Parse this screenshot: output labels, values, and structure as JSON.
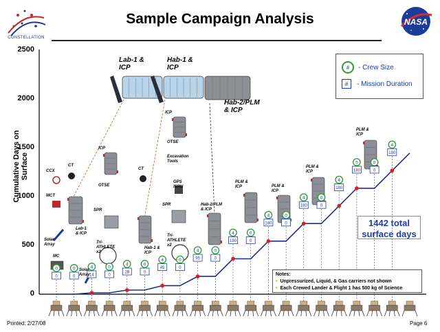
{
  "header": {
    "title": "Sample Campaign Analysis",
    "left_logo_text": "CONSTELLATION",
    "right_logo_text": "NASA"
  },
  "footer": {
    "printed": "Printed:  2/27/08",
    "page": "Page 6"
  },
  "legend": {
    "crew_symbol": "#",
    "crew_label": "- Crew Size",
    "duration_symbol": "#",
    "duration_label": "- Mission Duration"
  },
  "total_box": {
    "line1": "1442 total",
    "line2": "surface days"
  },
  "notes": {
    "title": "Notes:",
    "items": [
      "Unpressurized, Liquid, & Gas carriers not shown",
      "Each Crewed Lander & Flight 1 has 500 kg of Science"
    ]
  },
  "annotations": {
    "lab1_icp_top": "Lab-1 &\nICP",
    "hab1_icp_top": "Hab-1 &\nICP",
    "hab2_plm_icp_top": "Hab-2/PLM\n& ICP",
    "ccx": "CCX",
    "ct1": "CT",
    "mct": "MCT",
    "solar_array1": "Solar\nArray",
    "lab1_icp_low": "Lab-1\n& ICP",
    "mc": "MC",
    "solar_array2": "Solar\nArray",
    "icp1": "ICP",
    "otse1": "OTSE",
    "spr1": "SPR",
    "tri_athlete1": "Tri-\nATHLETE\nx2",
    "ct2": "CT",
    "hab1_icp_low": "Hab-1 &\nICP",
    "icp2": "ICP",
    "otse2": "OTSE",
    "excavation": "Excavation\nTools",
    "gps_isru": "GPS\nISRU",
    "spr2": "SPR",
    "tri_athlete2": "Tri-\nATHLETE\nx2",
    "hab2_plm_icp_low": "Hab-2/PLM\n& ICP",
    "plm_icp1": "PLM &\nICP",
    "plm_icp2": "PLM &\nICP",
    "plm_icp3": "PLM &\nICP",
    "plm_icp4": "PLM &\nICP"
  },
  "colors": {
    "line": "#1f2d8a",
    "point": "#d81e1e",
    "crew_circle": "#2e9b2e",
    "duration_box": "#1a3ea8",
    "leader": "#d9532f"
  },
  "chart_data": {
    "type": "line",
    "title": "Sample Campaign Analysis",
    "xlabel": "",
    "ylabel": "Cumulative Days on Surface",
    "ylim": [
      0,
      2500
    ],
    "yticks": [
      0,
      500,
      1000,
      1500,
      2000,
      2500
    ],
    "grid": false,
    "legend_position": "top-right",
    "series": [
      {
        "name": "",
        "points": [
          {
            "flight": 1,
            "y": 0,
            "crew": 0,
            "duration": 0
          },
          {
            "flight": 2,
            "y": 0,
            "crew": 0,
            "duration": 0
          },
          {
            "flight": 3,
            "y": 14,
            "crew": 4,
            "duration": 14
          },
          {
            "flight": 4,
            "y": 14,
            "crew": 0,
            "duration": 0
          },
          {
            "flight": 5,
            "y": 42,
            "crew": 4,
            "duration": 28
          },
          {
            "flight": 6,
            "y": 42,
            "crew": 0,
            "duration": 0
          },
          {
            "flight": 7,
            "y": 87,
            "crew": 4,
            "duration": 45
          },
          {
            "flight": 8,
            "y": 87,
            "crew": 0,
            "duration": 0
          },
          {
            "flight": 9,
            "y": 182,
            "crew": 4,
            "duration": 95
          },
          {
            "flight": 10,
            "y": 182,
            "crew": 0,
            "duration": 0
          },
          {
            "flight": 11,
            "y": 362,
            "crew": 4,
            "duration": 180
          },
          {
            "flight": 12,
            "y": 362,
            "crew": 0,
            "duration": 0
          },
          {
            "flight": 13,
            "y": 542,
            "crew": 4,
            "duration": 180
          },
          {
            "flight": 14,
            "y": 542,
            "crew": 0,
            "duration": 0
          },
          {
            "flight": 15,
            "y": 722,
            "crew": 4,
            "duration": 180
          },
          {
            "flight": 16,
            "y": 722,
            "crew": 0,
            "duration": 0
          },
          {
            "flight": 17,
            "y": 902,
            "crew": 4,
            "duration": 180
          },
          {
            "flight": 18,
            "y": 1082,
            "crew": 5,
            "duration": 180
          },
          {
            "flight": 19,
            "y": 1082,
            "crew": 0,
            "duration": 0
          },
          {
            "flight": 20,
            "y": 1262,
            "crew": 4,
            "duration": 180
          },
          {
            "flight": 21,
            "y": 1442,
            "crew": 0,
            "duration": 0
          }
        ]
      }
    ],
    "labeled_flights": [
      {
        "flight": 1,
        "crew": "0",
        "duration": "0"
      },
      {
        "flight": 2,
        "crew": "0",
        "duration": "0"
      },
      {
        "flight": 3,
        "crew": "4",
        "duration": "14"
      },
      {
        "flight": 4,
        "crew": "0",
        "duration": "0"
      },
      {
        "flight": 5,
        "crew": "4",
        "duration": "28"
      },
      {
        "flight": 6,
        "crew": "0",
        "duration": "0"
      },
      {
        "flight": 7,
        "crew": "4",
        "duration": "45"
      },
      {
        "flight": 8,
        "crew": "0",
        "duration": "0"
      },
      {
        "flight": 9,
        "crew": "4",
        "duration": "95"
      },
      {
        "flight": 10,
        "crew": "0",
        "duration": "0"
      },
      {
        "flight": 11,
        "crew": "4",
        "duration": "180"
      },
      {
        "flight": 12,
        "crew": "0",
        "duration": "0"
      },
      {
        "flight": 13,
        "crew": "4",
        "duration": "180"
      },
      {
        "flight": 14,
        "crew": "0",
        "duration": "0"
      },
      {
        "flight": 15,
        "crew": "4",
        "duration": "180"
      },
      {
        "flight": 16,
        "crew": "0",
        "duration": "0"
      },
      {
        "flight": 17,
        "crew": "4",
        "duration": "180"
      },
      {
        "flight": 18,
        "crew": "5",
        "duration": "180"
      },
      {
        "flight": 19,
        "crew": "0",
        "duration": "0"
      },
      {
        "flight": 20,
        "crew": "4",
        "duration": "180"
      }
    ]
  }
}
